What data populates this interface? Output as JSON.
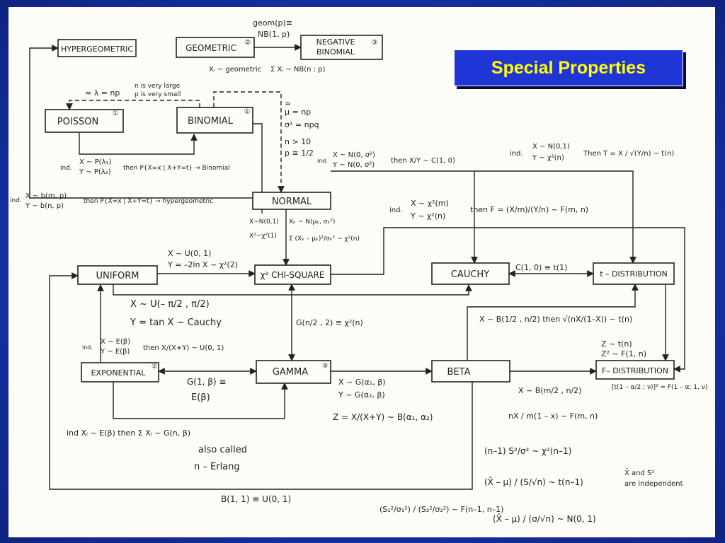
{
  "title": "Special Properties",
  "boxes": {
    "hypergeometric": "HYPERGEOMETRIC",
    "geometric": "GEOMETRIC",
    "geometric_num": "②",
    "negbin_1": "NEGATIVE",
    "negbin_2": "BINOMIAL",
    "negbin_num": "③",
    "poisson": "POISSON",
    "poisson_num": "①",
    "binomial": "BINOMIAL",
    "binomial_num": "①",
    "normal": "NORMAL",
    "uniform": "UNIFORM",
    "chisquare": "χ² CHI-SQUARE",
    "cauchy": "CAUCHY",
    "tdist": "t – DISTRIBUTION",
    "exponential": "EXPONENTIAL",
    "exponential_num": "②",
    "gamma": "GAMMA",
    "gamma_num": "③",
    "beta": "BETA",
    "fdist": "F– DISTRIBUTION"
  },
  "labels": {
    "geom_eq_1": "geom(p)≡",
    "geom_eq_2": "NB(1, p)",
    "geom_sum_1": "Xᵢ ~ geometric",
    "geom_sum_2": "Σ Xᵢ ~ NB(n ; p)",
    "poisson_approx": "≈ λ = np",
    "n_large": "n is very large",
    "p_small": "p is very small",
    "normal_approx_1": "≈",
    "normal_approx_2": "μ = np",
    "normal_approx_3": "σ² = npq",
    "normal_approx_4": "n > 10",
    "normal_approx_5": "p ≅ 1/2",
    "poisson_ind_1": "X ~ P(λ₁)",
    "poisson_ind_2": "Y ~ P(λ₂)",
    "poisson_ind_3": "ind.",
    "poisson_ind_4": "then P{X=x | X+Y=t} → Binomial",
    "hyper_ind_1": "X ~ b(m, p)",
    "hyper_ind_2": "Y ~ b(n, p)",
    "hyper_ind_3": "ind.",
    "hyper_ind_4": "then P{X=x | X+Y=t} → hypergeometric",
    "cauchy_ind_1": "X ~ N(0, σ²)",
    "cauchy_ind_2": "Y ~ N(0, σ²)",
    "cauchy_ind_3": "ind.",
    "cauchy_ind_4": "then X/Y ~ C(1, 0)",
    "t_ind_1": "X ~ N(0,1)",
    "t_ind_2": "Y ~ χ²(n)",
    "t_ind_3": "ind.",
    "t_ind_4": "Then T = X / √(Y/n) ~ t(n)",
    "f_ind_1": "X ~ χ²(m)",
    "f_ind_2": "Y ~ χ²(n)",
    "f_ind_3": "ind.",
    "f_ind_4": "then F = (X/m)/(Y/n) ~ F(m, n)",
    "norm_chi_1": "X~N(0,1)",
    "norm_chi_2": "X²~χ²(1)",
    "norm_chi_3": "Xₖ ~ N(μₖ, σₖ²)",
    "norm_chi_4": "Σ (Xₖ – μₖ)²/σₖ² ~ χ²(n)",
    "unif_chi_1": "X ~ U(0, 1)",
    "unif_chi_2": "Y = –2ln X ~ χ²(2)",
    "unif_cauchy_1": "X ~ U(– π/2 , π/2)",
    "unif_cauchy_2": "Y = tan X ~ Cauchy",
    "cauchy_t": "C(1, 0) ≡ t(1)",
    "gamma_chi": "G(n/2 , 2) ≡ χ²(n)",
    "beta_t": "X ~ B(1/2 , n/2) then √(nX/(1–X)) ~ t(n)",
    "exp_unif_1": "X ~ E(β)",
    "exp_unif_2": "Y ~ E(β)",
    "exp_unif_3": "ind.",
    "exp_unif_4": "then X/(X+Y) ~ U(0, 1)",
    "t_f_1": "Z ~ t(n)",
    "t_f_2": "Z² ~ F(1, n)",
    "exp_gamma_1": "G(1, β) ≡",
    "exp_gamma_2": "E(β)",
    "gamma_beta_1": "X ~ G(α₁, β)",
    "gamma_beta_2": "Y ~ G(α₂, β)",
    "gamma_beta_3": "Z = X/(X+Y) ~ B(α₁, α₂)",
    "beta_f_1": "X ~ B(m/2 , n/2)",
    "beta_f_2": "nX / m(1 – x) ~ F(m, n)",
    "t_f_quant": "[t(1 – α/2 ; ν)]² = F(1 – α; 1, ν)",
    "erlang_1": "ind Xᵢ ~ E(β) then Σ Xᵢ ~ G(n, β)",
    "erlang_2": "also called",
    "erlang_3": "n – Erlang",
    "beta_unif": "B(1, 1) ≡ U(0, 1)",
    "samp_1": "(n–1) S²/σ² ~ χ²(n–1)",
    "samp_2": "(X̄ – μ) / (S/√n) ~ t(n–1)",
    "samp_3": "X̄ and S²",
    "samp_4": "are independent",
    "samp_5": "(S₁²/σ₁²) / (S₂²/σ₂²) ~ F(n–1, n–1)",
    "samp_6": "(X̄ – μ) / (σ/√n) ~ N(0, 1)"
  }
}
